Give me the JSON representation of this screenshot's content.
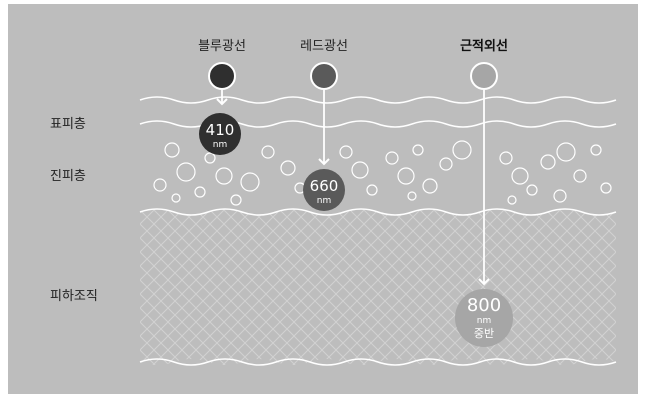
{
  "layers": {
    "epidermis": "표피층",
    "dermis": "진피층",
    "subcutis": "피하조직"
  },
  "lights": [
    {
      "name": "블루광선",
      "color": "#2f2f2f",
      "depth_value": "410",
      "depth_unit": "nm",
      "depth_extra": "",
      "bold": false
    },
    {
      "name": "레드광선",
      "color": "#5a5a5a",
      "depth_value": "660",
      "depth_unit": "nm",
      "depth_extra": "",
      "bold": false
    },
    {
      "name": "근적외선",
      "color": "#a6a6a6",
      "depth_value": "800",
      "depth_unit": "nm",
      "depth_extra": "중반",
      "bold": true
    }
  ]
}
